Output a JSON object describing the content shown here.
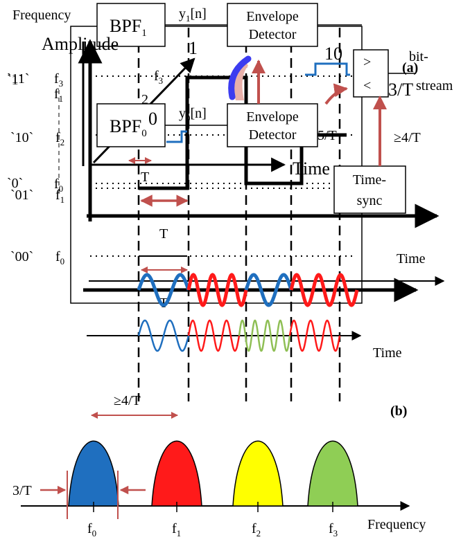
{
  "panel_a": {
    "label": "(a)",
    "top_axis_y": "Frequency",
    "mid_axis_y": "Amplitude",
    "time_small": "Time",
    "time_big": "Time",
    "pulse_T": "T",
    "pulse_T2": "T",
    "pulse_T3": "T",
    "levels": [
      {
        "code": "`11`",
        "freq": "f",
        "sub": "3"
      },
      {
        "code": "`10`",
        "freq": "f",
        "sub": "2"
      },
      {
        "code": "`01`",
        "freq": "f",
        "sub": "1"
      },
      {
        "code": "`00`",
        "freq": "f",
        "sub": "0"
      }
    ],
    "lower_levels": [
      {
        "code": "`1`",
        "freq": "f",
        "sub": "1"
      },
      {
        "code": "`0`",
        "freq": "f",
        "sub": "0"
      }
    ],
    "bpf1": {
      "name": "BPF",
      "sub": "1"
    },
    "bpf0": {
      "name": "BPF",
      "sub": "0"
    },
    "y1": {
      "name": "y",
      "sub": "1",
      "suffix": "[n]"
    },
    "y0": {
      "name": "y",
      "sub": "0",
      "suffix": "[n]"
    },
    "env1": {
      "line1": "Envelope",
      "line2": "Detector"
    },
    "env0": {
      "line1": "Envelope",
      "line2": "Detector"
    },
    "comparator": {
      "gt": ">",
      "lt": "<"
    },
    "bitstream": {
      "line1": "bit-",
      "line2": "stream"
    },
    "timesync": {
      "line1": "Time-",
      "line2": "sync"
    },
    "rate1": "3/T",
    "rate2": "5/T",
    "bw": "≥4/T",
    "bits": [
      "10",
      "0",
      "1",
      "2"
    ]
  },
  "panel_b": {
    "label": "(b)",
    "spacing": "≥4/T",
    "bandwidth": "3/T",
    "x_axis": "Frequency",
    "freqs": [
      {
        "name": "f",
        "sub": "0",
        "color": "#1f6fbf"
      },
      {
        "name": "f",
        "sub": "1",
        "color": "#ff1a1a"
      },
      {
        "name": "f",
        "sub": "2",
        "color": "#ffff00"
      },
      {
        "name": "f",
        "sub": "3",
        "color": "#8fce55"
      }
    ]
  },
  "colors": {
    "blue": "#1f6fbf",
    "red": "#ff1a1a",
    "green": "#8fbf55",
    "arrow": "#c0504d"
  }
}
